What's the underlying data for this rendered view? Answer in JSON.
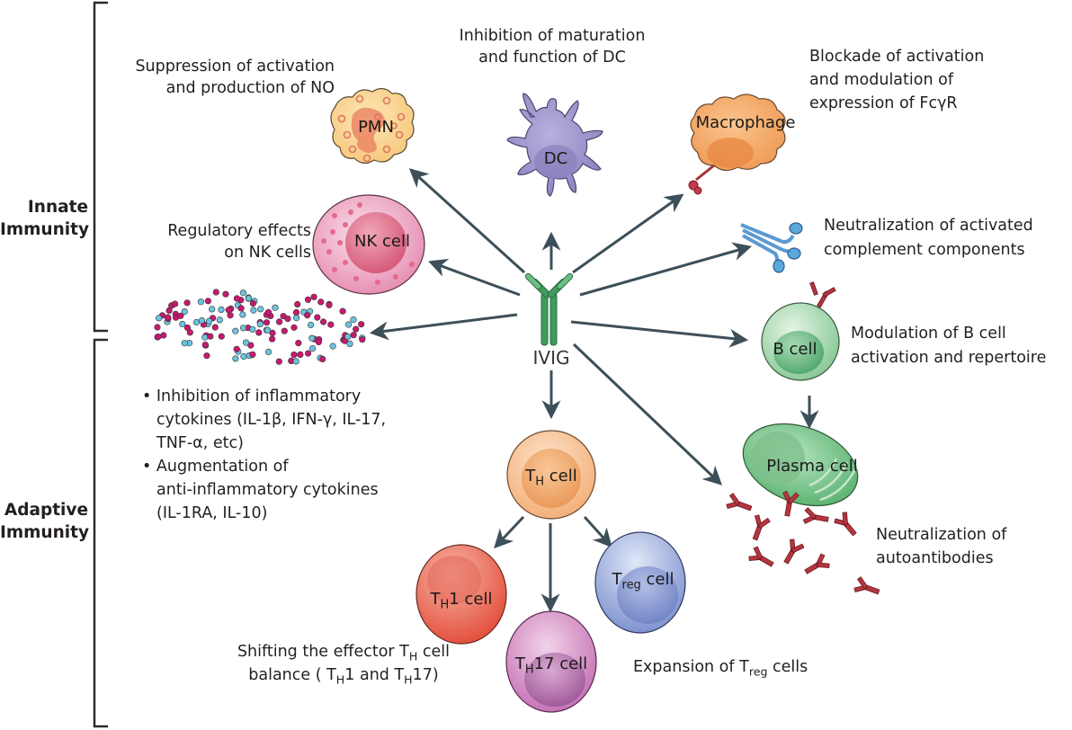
{
  "center": {
    "label": "IVIG",
    "icon": "antibody-icon"
  },
  "sections": {
    "innate": {
      "line1": "Innate",
      "line2": "Immunity"
    },
    "adaptive": {
      "line1": "Adaptive",
      "line2": "Immunity"
    }
  },
  "cells": {
    "pmn": "PMN",
    "dc": "DC",
    "macrophage": "Macrophage",
    "nk": "NK cell",
    "bcell": "B cell",
    "plasma": "Plasma cell",
    "th": {
      "main": "T",
      "sub": "H",
      "rest": " cell"
    },
    "th1": {
      "main": "T",
      "sub": "H",
      "rest": "1 cell"
    },
    "th17": {
      "main": "T",
      "sub": "H",
      "rest": "17 cell"
    },
    "treg": {
      "main": "T",
      "sub": "reg",
      "rest": " cell"
    }
  },
  "effects": {
    "pmn": [
      "Suppression of activation",
      "and production of NO"
    ],
    "dc": [
      "Inhibition of maturation",
      "and function of DC"
    ],
    "macrophage": [
      "Blockade of activation",
      "and modulation of",
      "expression of FcγR"
    ],
    "nk": [
      "Regulatory effects",
      "on NK cells"
    ],
    "complement": [
      "Neutralization of activated",
      "complement components"
    ],
    "bcell": [
      "Modulation of B cell",
      "activation and repertoire"
    ],
    "autoantibodies": [
      "Neutralization of",
      "autoantibodies"
    ],
    "cytokines": {
      "bullet1": [
        "Inhibition of inflammatory",
        "cytokines (IL-1β, IFN-γ, IL-17,",
        "TNF-α, etc)"
      ],
      "bullet2": [
        "Augmentation of",
        "anti-inflammatory cytokines",
        "(IL-1RA, IL-10)"
      ]
    },
    "th_balance": {
      "line1_pre": "Shifting the effector T",
      "line1_sub": "H",
      "line1_post": " cell",
      "line2_a": "balance ( T",
      "line2_sub1": "H",
      "line2_b": "1 and T",
      "line2_sub2": "H",
      "line2_c": "17)"
    },
    "treg": {
      "pre": "Expansion of T",
      "sub": "reg",
      "post": " cells"
    }
  },
  "colors": {
    "arrow": "#3d4f59",
    "antibody_green": "#3a9a5a",
    "autoantibody_red": "#a8343a",
    "pmn": "#f9d48f",
    "dc": "#9d93c9",
    "macrophage": "#f2a15a",
    "nk": "#e88fb0",
    "bcell": "#8fcf9c",
    "th": "#f6b884",
    "th1": "#e8645a",
    "th17": "#c77bb8",
    "treg": "#8ea2d6",
    "cytokine_pink": "#c8196f",
    "cytokine_blue": "#6cc3e0"
  }
}
